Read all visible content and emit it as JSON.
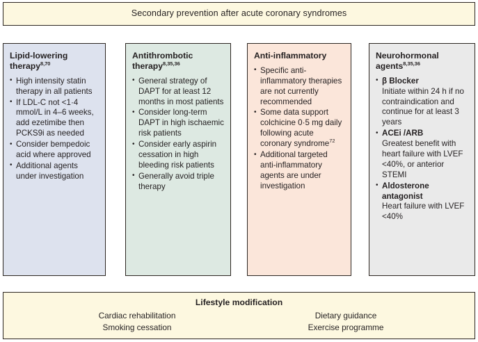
{
  "header": {
    "title": "Secondary prevention after acute coronary syndromes"
  },
  "columns": [
    {
      "heading": "Lipid-lowering therapy",
      "heading_refs": "8,70",
      "fill_color": "#dde2ee",
      "items": [
        {
          "text": "High intensity statin therapy in all patients"
        },
        {
          "text": "If LDL-C not <1·4 mmol/L in 4–6 weeks, add ezetimibe then PCKS9i as needed"
        },
        {
          "text": "Consider bempedoic acid where approved"
        },
        {
          "text": "Additional agents under investigation"
        }
      ]
    },
    {
      "heading": "Antithrombotic therapy",
      "heading_refs": "8,35,36",
      "fill_color": "#dde9e2",
      "items": [
        {
          "text": "General strategy of DAPT for at least 12 months in most patients"
        },
        {
          "text": "Consider long-term DAPT in high ischaemic risk patients"
        },
        {
          "text": "Consider early aspirin cessation in high bleeding risk patients"
        },
        {
          "text": "Generally avoid triple therapy"
        }
      ]
    },
    {
      "heading": "Anti-inflammatory",
      "heading_refs": "",
      "fill_color": "#fbe6da",
      "items": [
        {
          "text": "Specific anti-inflammatory therapies are not currently recommended"
        },
        {
          "text": "Some data support colchicine 0·5 mg daily following acute coronary syndrome",
          "ref": "72"
        },
        {
          "text": "Additional targeted anti-inflammatory agents are under investigation"
        }
      ]
    },
    {
      "heading": "Neurohormonal agents",
      "heading_refs": "8,35,36",
      "fill_color": "#eaeaea",
      "items": [
        {
          "label": "β Blocker",
          "body": "Initiate within 24 h if no contraindication and continue for at least 3 years"
        },
        {
          "label": "ACEi /ARB",
          "body": "Greatest benefit with heart failure with LVEF <40%, or anterior STEMI"
        },
        {
          "label": "Aldosterone antagonist",
          "body": "Heart failure with LVEF <40%"
        }
      ]
    }
  ],
  "lifestyle": {
    "title": "Lifestyle modification",
    "fill_color": "#fdf8e0",
    "left_items": [
      "Cardiac rehabilitation",
      "Smoking cessation"
    ],
    "right_items": [
      "Dietary guidance",
      "Exercise programme"
    ]
  }
}
